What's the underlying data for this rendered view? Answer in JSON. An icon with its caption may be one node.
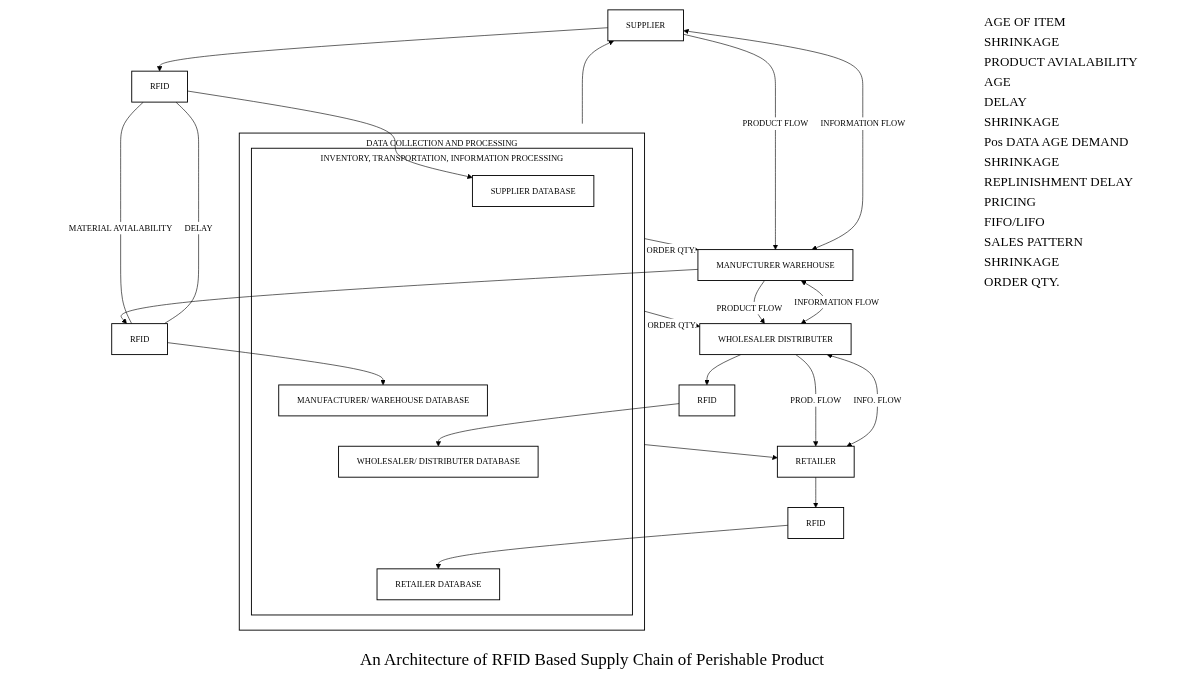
{
  "diagram": {
    "caption": "An Architecture of RFID Based Supply Chain of Perishable Product",
    "nodes": [
      {
        "text": [
          "SUPPLIER"
        ]
      },
      {
        "text": [
          "MANUFCTURER WAREHOUSE"
        ]
      },
      {
        "text": [
          "WHOLESALER DISTRIBUTER"
        ]
      },
      {
        "text": [
          "RETAILER"
        ]
      },
      {
        "text": [
          "RFID"
        ]
      },
      {
        "text": [
          "RFID"
        ]
      },
      {
        "text": [
          "RFID"
        ]
      },
      {
        "text": [
          "RFID"
        ]
      },
      {
        "text": [
          "DATA COLLECTION AND PROCESSING"
        ]
      },
      {
        "text": [
          "INVENTORY, TRANSPORTATION, INFORMATION PROCESSING"
        ],
        "in": 8
      },
      {
        "text": [
          "SUPPLIER DATABASE"
        ],
        "in": 9
      },
      {
        "text": [
          "MANUFACTURER/ WAREHOUSE DATABASE"
        ],
        "in": 9
      },
      {
        "text": [
          "WHOLESALER/ DISTRIBUTER DATABASE"
        ],
        "in": 9
      },
      {
        "text": [
          "RETAILER DATABASE"
        ],
        "in": 9
      }
    ],
    "edges": [
      {
        "from": 0,
        "to": 1,
        "arrow": "to",
        "label": "PRODUCT FLOW"
      },
      {
        "from": 0,
        "to": 1,
        "arrow": "both",
        "label": "INFORMATION FLOW"
      },
      {
        "from": 1,
        "to": 2,
        "arrow": "to",
        "label": "PRODUCT FLOW"
      },
      {
        "from": 1,
        "to": 2,
        "arrow": "both",
        "label": "INFORMATION FLOW"
      },
      {
        "from": 2,
        "to": 3,
        "arrow": "to",
        "label": "PROD. FLOW"
      },
      {
        "from": 2,
        "to": 3,
        "arrow": "both",
        "label": "INFO. FLOW"
      },
      {
        "from": 0,
        "to": 4,
        "arrow": "to"
      },
      {
        "from": 1,
        "to": 5,
        "arrow": "to"
      },
      {
        "from": 2,
        "to": 6,
        "arrow": "to"
      },
      {
        "from": 3,
        "to": 7,
        "arrow": "to"
      },
      {
        "from": 4,
        "to": 5,
        "arrow": "none",
        "label": "MATERIAL AVIALABILITY"
      },
      {
        "from": 4,
        "to": 5,
        "arrow": "none",
        "label": "DELAY"
      },
      {
        "from": 4,
        "to": 10,
        "arrow": "to"
      },
      {
        "from": 5,
        "to": 11,
        "arrow": "to"
      },
      {
        "from": 6,
        "to": 12,
        "arrow": "to"
      },
      {
        "from": 7,
        "to": 13,
        "arrow": "to"
      },
      {
        "from": 8,
        "to": 1,
        "arrow": "to",
        "label": "ORDER QTY."
      },
      {
        "from": 8,
        "to": 2,
        "arrow": "to",
        "label": "ORDER QTY."
      },
      {
        "from": 8,
        "to": 0,
        "arrow": "to"
      },
      {
        "from": 8,
        "to": 3,
        "arrow": "to"
      }
    ],
    "labels": [
      "AGE OF ITEM",
      "SHRINKAGE",
      "PRODUCT AVIALABILITY",
      "AGE",
      "DELAY",
      "SHRINKAGE",
      "Pos DATA AGE DEMAND",
      "SHRINKAGE",
      "REPLINISHMENT DELAY",
      "PRICING",
      "FIFO/LIFO",
      "SALES PATTERN",
      "SHRINKAGE",
      "ORDER QTY."
    ]
  }
}
